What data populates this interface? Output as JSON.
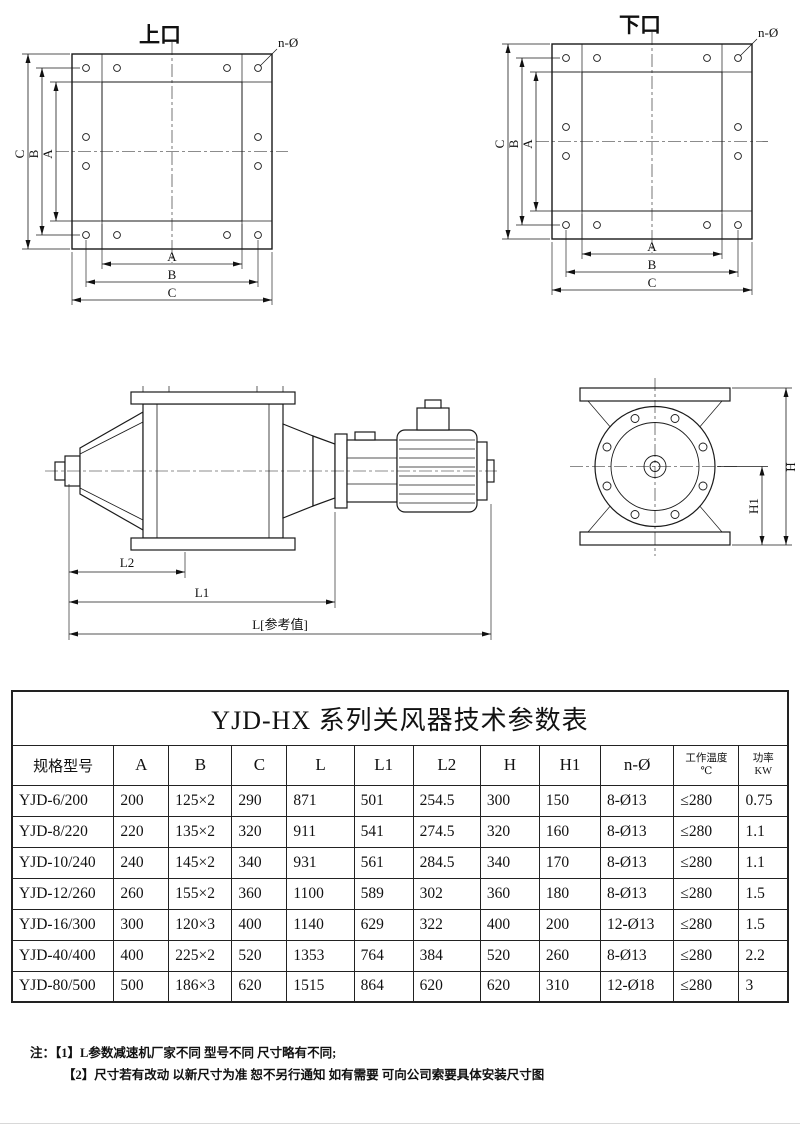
{
  "drawings": {
    "top_port": {
      "title": "上口",
      "holes_label": "n-Ø",
      "dim_a": "A",
      "dim_b": "B",
      "dim_c": "C"
    },
    "bottom_port": {
      "title": "下口",
      "holes_label": "n-Ø",
      "dim_a": "A",
      "dim_b": "B",
      "dim_c": "C"
    },
    "side_view": {
      "dim_l2": "L2",
      "dim_l1": "L1",
      "dim_l": "L[参考值]"
    },
    "end_view": {
      "dim_h": "H",
      "dim_h1": "H1"
    }
  },
  "table": {
    "title": "YJD-HX 系列关风器技术参数表",
    "headers": {
      "model": "规格型号",
      "a": "A",
      "b": "B",
      "c": "C",
      "l": "L",
      "l1": "L1",
      "l2": "L2",
      "h": "H",
      "h1": "H1",
      "n": "n-Ø",
      "temp_line1": "工作温度",
      "temp_line2": "℃",
      "power_line1": "功率",
      "power_line2": "KW"
    },
    "rows": [
      {
        "model": "YJD-6/200",
        "a": "200",
        "b": "125×2",
        "c": "290",
        "l": "871",
        "l1": "501",
        "l2": "254.5",
        "h": "300",
        "h1": "150",
        "n": "8-Ø13",
        "temp": "≤280",
        "power": "0.75"
      },
      {
        "model": "YJD-8/220",
        "a": "220",
        "b": "135×2",
        "c": "320",
        "l": "911",
        "l1": "541",
        "l2": "274.5",
        "h": "320",
        "h1": "160",
        "n": "8-Ø13",
        "temp": "≤280",
        "power": "1.1"
      },
      {
        "model": "YJD-10/240",
        "a": "240",
        "b": "145×2",
        "c": "340",
        "l": "931",
        "l1": "561",
        "l2": "284.5",
        "h": "340",
        "h1": "170",
        "n": "8-Ø13",
        "temp": "≤280",
        "power": "1.1"
      },
      {
        "model": "YJD-12/260",
        "a": "260",
        "b": "155×2",
        "c": "360",
        "l": "1100",
        "l1": "589",
        "l2": "302",
        "h": "360",
        "h1": "180",
        "n": "8-Ø13",
        "temp": "≤280",
        "power": "1.5"
      },
      {
        "model": "YJD-16/300",
        "a": "300",
        "b": "120×3",
        "c": "400",
        "l": "1140",
        "l1": "629",
        "l2": "322",
        "h": "400",
        "h1": "200",
        "n": "12-Ø13",
        "temp": "≤280",
        "power": "1.5"
      },
      {
        "model": "YJD-40/400",
        "a": "400",
        "b": "225×2",
        "c": "520",
        "l": "1353",
        "l1": "764",
        "l2": "384",
        "h": "520",
        "h1": "260",
        "n": "8-Ø13",
        "temp": "≤280",
        "power": "2.2"
      },
      {
        "model": "YJD-80/500",
        "a": "500",
        "b": "186×3",
        "c": "620",
        "l": "1515",
        "l1": "864",
        "l2": "620",
        "h": "620",
        "h1": "310",
        "n": "12-Ø18",
        "temp": "≤280",
        "power": "3"
      }
    ]
  },
  "notes": {
    "prefix": "注：",
    "line1": "【1】L参数减速机厂家不同 型号不同 尺寸略有不同;",
    "line2": "【2】尺寸若有改动 以新尺寸为准 恕不另行通知 如有需要 可向公司索要具体安装尺寸图"
  }
}
